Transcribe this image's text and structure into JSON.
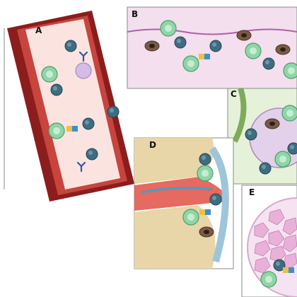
{
  "panels": [
    {
      "id": "a",
      "label": "A"
    },
    {
      "id": "b",
      "label": "B"
    },
    {
      "id": "c",
      "label": "C"
    },
    {
      "id": "d",
      "label": "D"
    },
    {
      "id": "e",
      "label": "E"
    }
  ],
  "colors": {
    "vessel_wall": "#8c1d1d",
    "vessel_inner": "#c7443f",
    "lumen": "#fbe3e0",
    "panel_b_bg": "#f3dfee",
    "panel_c_bg": "#e6f1d9",
    "panel_e_bg": "#f6e3f2",
    "bone": "#e8d5a8",
    "t_cell": "#8fd6a7",
    "infected_cell": "#3f6d80",
    "antibody": "#3552a8",
    "dendritic_cell": "#d3bde8",
    "pathogen": "#7a5a45"
  },
  "icons": [
    "t-cell-icon",
    "infected-cell-icon",
    "antibody-icon",
    "dendritic-cell-icon",
    "parasite-icon"
  ]
}
